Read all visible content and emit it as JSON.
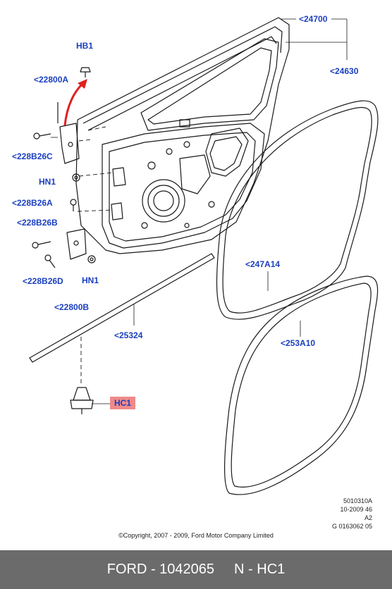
{
  "callouts": {
    "c24700": "<24700",
    "c24630": "<24630",
    "hb1": "HB1",
    "c22800a": "<22800A",
    "c228b26c": "<228B26C",
    "hn1_upper": "HN1",
    "c228b26a": "<228B26A",
    "c228b26b": "<228B26B",
    "c228b26d": "<228B26D",
    "hn1_lower": "HN1",
    "c22800b": "<22800B",
    "c25324": "<25324",
    "c247a14": "<247A14",
    "c253a10": "<253A10",
    "hc1": "HC1"
  },
  "meta": {
    "line1": "5010310A",
    "line2": "10-2009 46",
    "line3": "A2",
    "line4": "G 0163062 05"
  },
  "copyright": "©Copyright, 2007 - 2009, Ford Motor Company Limited",
  "footer": {
    "brand_part": "FORD - 1042065",
    "code": "N - HC1"
  },
  "colors": {
    "callout_text": "#1a3fbf",
    "highlight_bg": "#f08a8a",
    "footer_bg": "#6b6b6b",
    "arrow": "#e02020"
  }
}
